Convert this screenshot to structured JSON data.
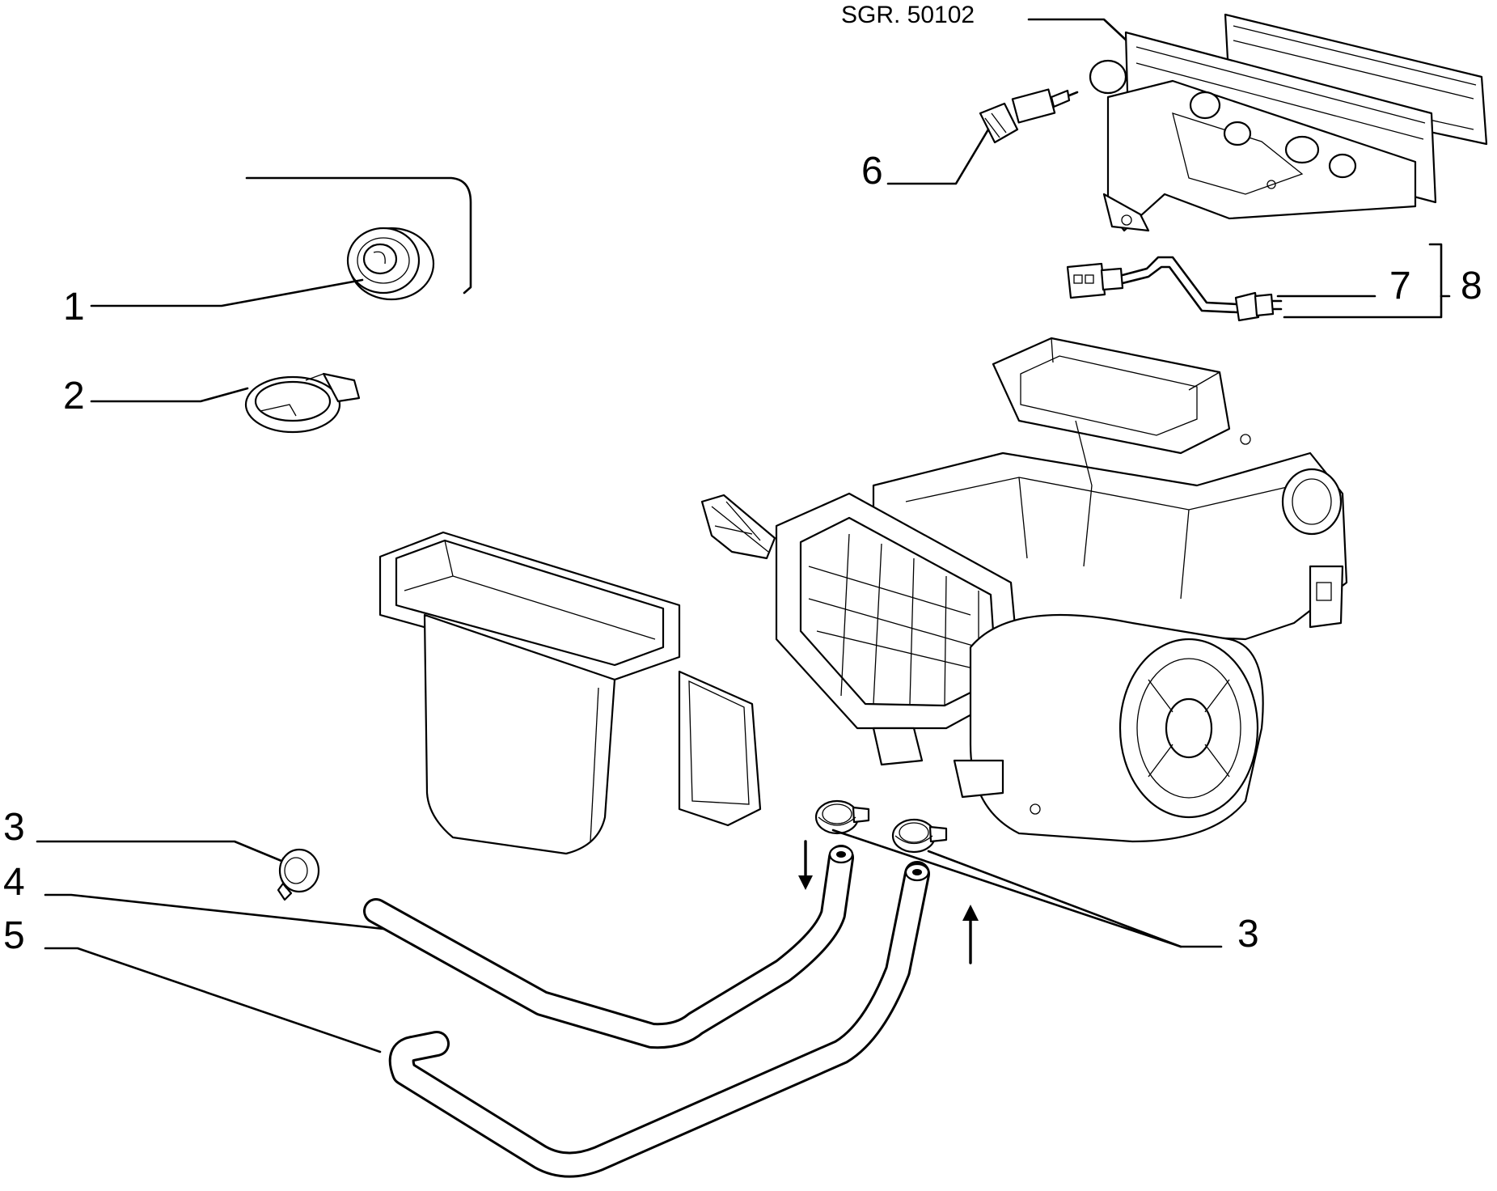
{
  "ref_code": "SGR. 50102",
  "callouts": {
    "c1": "1",
    "c2": "2",
    "c3_left": "3",
    "c3_right": "3",
    "c4": "4",
    "c5": "5",
    "c6": "6",
    "c7": "7",
    "c8": "8"
  }
}
